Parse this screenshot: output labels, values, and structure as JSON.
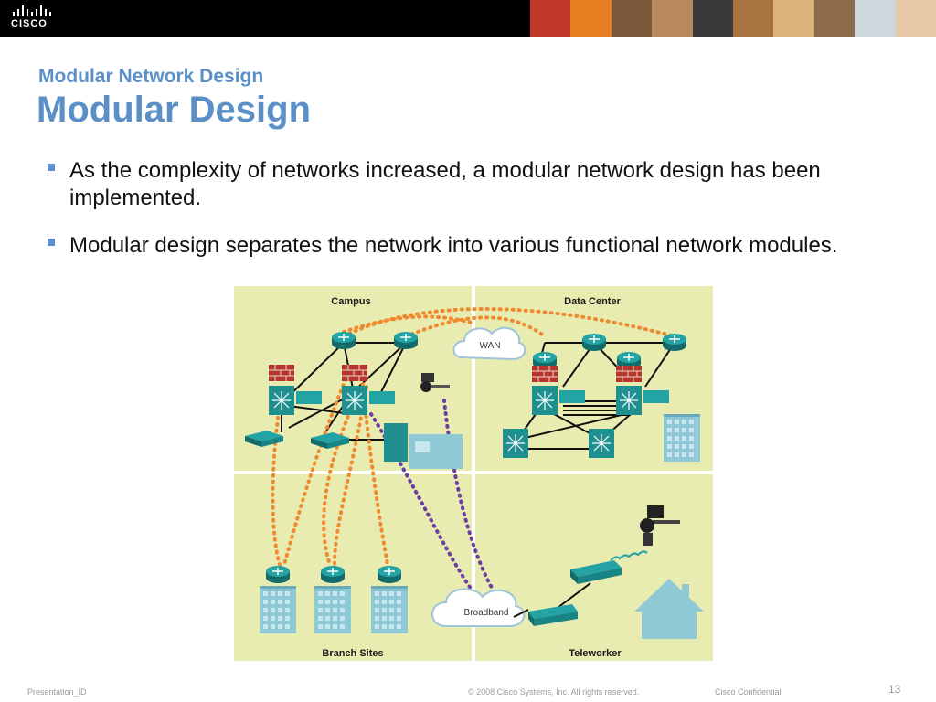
{
  "header": {
    "logo_text": "CISCO",
    "photo_colors": [
      "#c0392b",
      "#e67e22",
      "#7a5a3a",
      "#b9885e",
      "#3a3a3a",
      "#a9743f",
      "#d9b27c",
      "#8b6b4a",
      "#cfd6dd",
      "#e8c9a5"
    ]
  },
  "slide": {
    "subtitle": "Modular Network Design",
    "title": "Modular Design",
    "bullets": [
      "As the complexity of networks increased, a modular network design has been implemented.",
      "Modular design separates the network into various functional network modules."
    ]
  },
  "diagram": {
    "panels": {
      "campus": "Campus",
      "data_center": "Data Center",
      "branch_sites": "Branch Sites",
      "teleworker": "Teleworker"
    },
    "clouds": {
      "wan": "WAN",
      "broadband": "Broadband"
    },
    "colors": {
      "panel": "#e9ecb1",
      "device": "#1f8f8f",
      "orange_link": "#f08a30",
      "purple_link": "#6a3fa0",
      "firewall": "#b5342c"
    }
  },
  "footer": {
    "presentation_id": "Presentation_ID",
    "copyright": "© 2008 Cisco Systems, Inc. All rights reserved.",
    "confidential": "Cisco Confidential",
    "page_number": "13"
  }
}
